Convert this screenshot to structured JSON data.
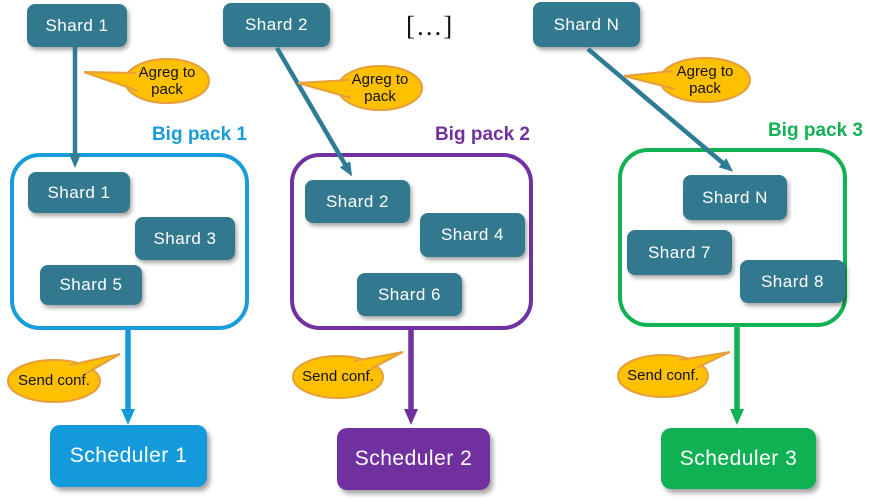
{
  "ellipsis": "[...]",
  "callouts": {
    "aggregate": "Agreg to pack",
    "send": "Send conf."
  },
  "columns": [
    {
      "source_shard": "Shard 1",
      "pack_title": "Big pack 1",
      "pack_shards": [
        "Shard 1",
        "Shard 3",
        "Shard 5"
      ],
      "scheduler": "Scheduler 1",
      "accent": "#199CDB"
    },
    {
      "source_shard": "Shard 2",
      "pack_title": "Big pack 2",
      "pack_shards": [
        "Shard 2",
        "Shard 4",
        "Shard 6"
      ],
      "scheduler": "Scheduler 2",
      "accent": "#7131A1"
    },
    {
      "source_shard": "Shard N",
      "pack_title": "Big pack 3",
      "pack_shards": [
        "Shard N",
        "Shard 7",
        "Shard 8"
      ],
      "scheduler": "Scheduler 3",
      "accent": "#12B253"
    }
  ],
  "colors": {
    "shard_box": "#32798F",
    "teal_arrow": "#2E7D94",
    "blue": "#199CDB",
    "purple": "#7131A1",
    "green": "#12B253",
    "callout_fill": "#FFC000",
    "callout_stroke": "#E79E3C"
  }
}
